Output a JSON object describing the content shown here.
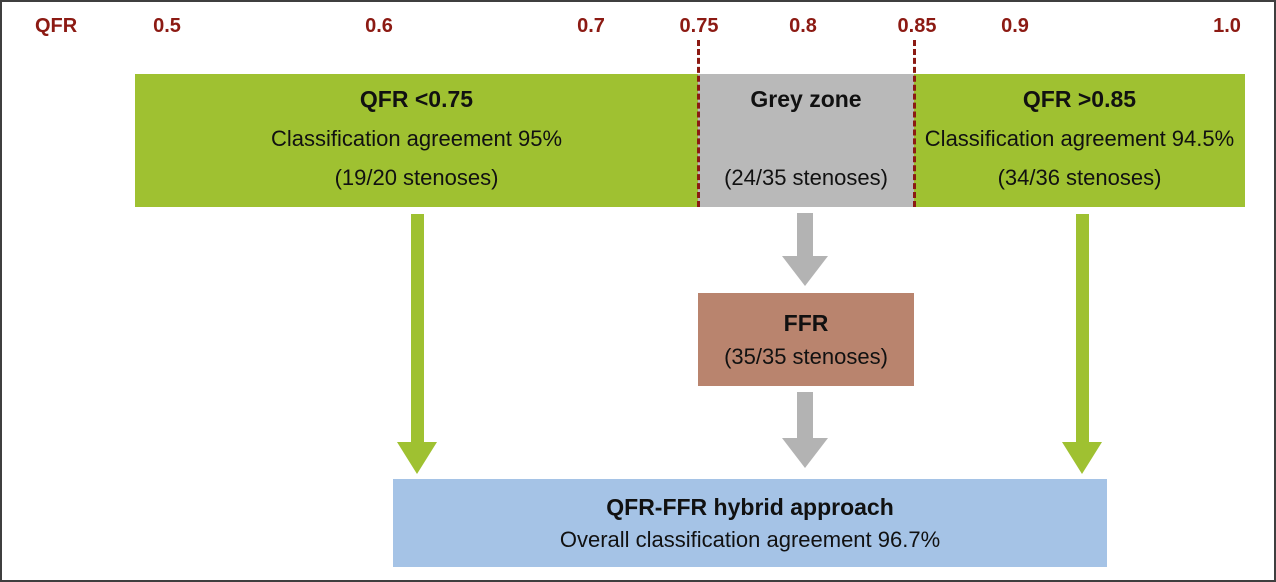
{
  "colors": {
    "green": "#9fc131",
    "grey_zone": "#b9b9b9",
    "dark_red": "#8c1a13",
    "brown": "#b9846e",
    "blue": "#a5c3e6",
    "arrow_grey": "#b3b3b3"
  },
  "axis": {
    "label": "QFR",
    "ticks": [
      "0.5",
      "0.6",
      "0.7",
      "0.75",
      "0.8",
      "0.85",
      "0.9",
      "1.0"
    ]
  },
  "zones": {
    "left": {
      "title": "QFR <0.75",
      "line1": "Classification agreement 95%",
      "line2": "(19/20 stenoses)"
    },
    "middle": {
      "title": "Grey zone",
      "line1": "",
      "line2": "(24/35 stenoses)"
    },
    "right": {
      "title": "QFR >0.85",
      "line1": "Classification agreement 94.5%",
      "line2": "(34/36 stenoses)"
    }
  },
  "ffr_box": {
    "title": "FFR",
    "line": "(35/35 stenoses)"
  },
  "hybrid_box": {
    "title": "QFR-FFR hybrid approach",
    "line": "Overall classification agreement 96.7%"
  }
}
